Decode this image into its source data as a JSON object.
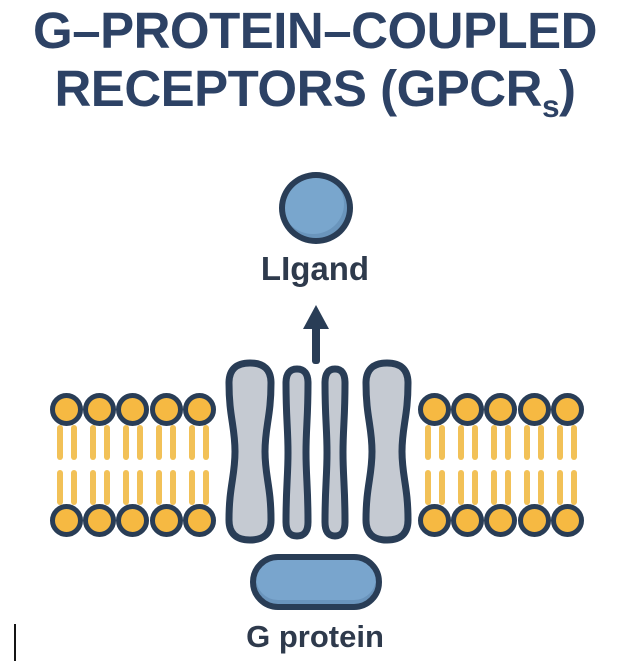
{
  "title": {
    "line1": "G–PROTEIN–COUPLED",
    "line2_prefix": "RECEPTORS (GPCR",
    "line2_subscript": "s",
    "line2_suffix": ")"
  },
  "labels": {
    "ligand": "LIgand",
    "g_protein": "G protein"
  },
  "colors": {
    "background": "#ffffff",
    "title_text": "#2d4265",
    "label_text": "#2e3a4c",
    "outline_navy": "#293d56",
    "lipid_yellow": "#f6b942",
    "tail_yellow": "#f2c157",
    "helix_gray": "#c5cad2",
    "ligand_blue": "#79a6cd",
    "g_protein_blue": "#79a5cd"
  },
  "diagram": {
    "lipids_per_leaflet_per_side": 5,
    "helix_count": 4,
    "membrane_sides": [
      "left",
      "right"
    ]
  }
}
